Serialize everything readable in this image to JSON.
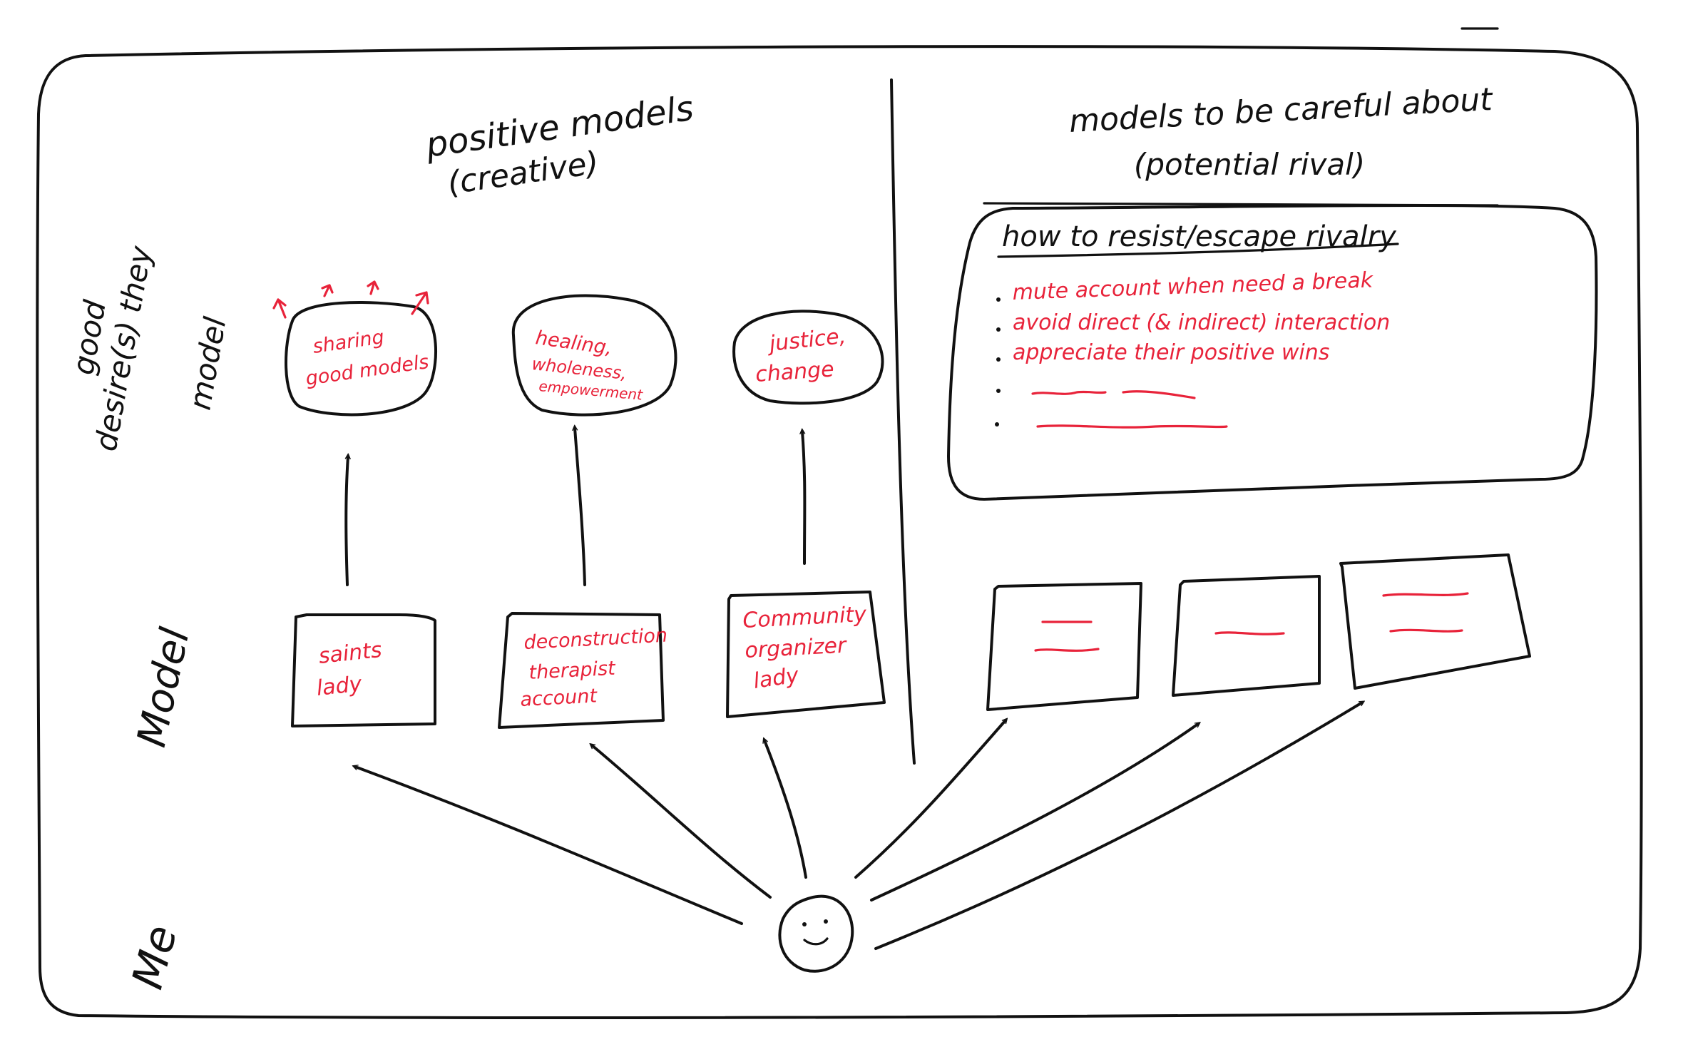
{
  "colors": {
    "ink": "#111111",
    "accent": "#e8233a",
    "paper": "#ffffff"
  },
  "left_panel": {
    "heading_line1": "positive models",
    "heading_line2": "(creative)",
    "row_labels": {
      "desires_line1": "good",
      "desires_line2": "desire(s) they",
      "desires_line3": "model",
      "model": "Model",
      "me": "Me"
    },
    "desires": [
      {
        "line1": "sharing",
        "line2": "good models",
        "line3": ""
      },
      {
        "line1": "healing,",
        "line2": "wholeness,",
        "line3": "empowerment"
      },
      {
        "line1": "justice,",
        "line2": "change",
        "line3": ""
      }
    ],
    "models": [
      {
        "line1": "saints",
        "line2": "lady",
        "line3": ""
      },
      {
        "line1": "deconstruction",
        "line2": "therapist",
        "line3": "account"
      },
      {
        "line1": "Community",
        "line2": "organizer",
        "line3": "lady"
      }
    ]
  },
  "right_panel": {
    "heading_line1": "models to be careful about",
    "heading_line2": "(potential rival)",
    "box_title": "how to resist/escape rivalry",
    "tips": [
      "mute account when need a break",
      "avoid direct (& indirect) interaction",
      "appreciate their positive wins"
    ],
    "placeholder_bullets": 2,
    "rival_boxes": 3
  },
  "me_icon": "smiley-face-icon",
  "icons": {
    "arrow": "arrow-up-icon",
    "burst": "radiating-arrows-icon"
  }
}
